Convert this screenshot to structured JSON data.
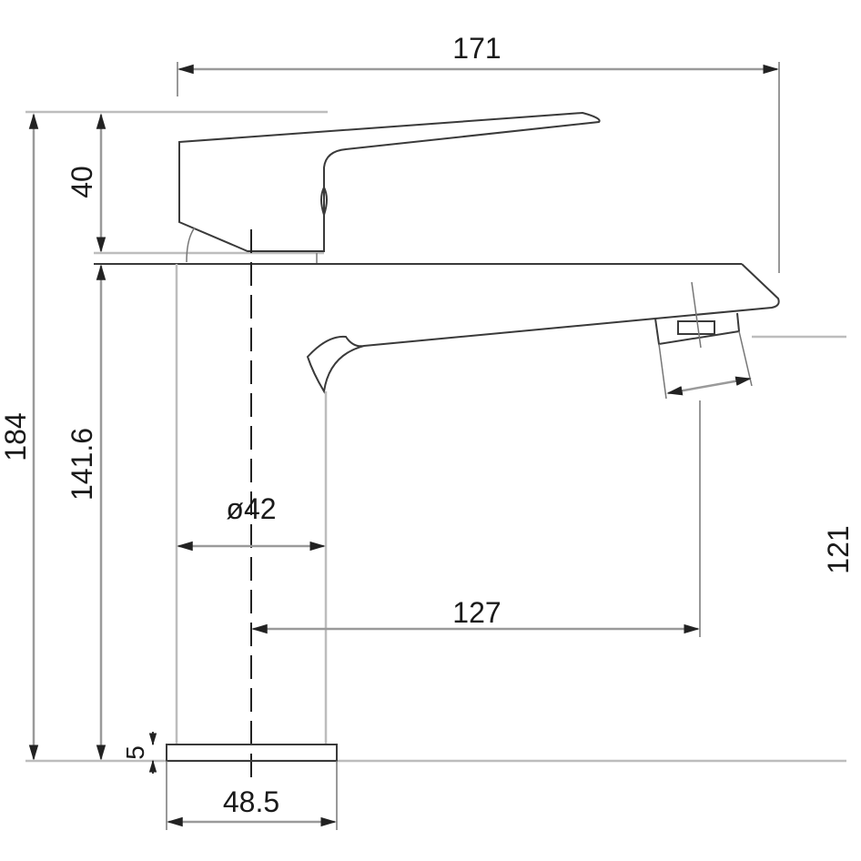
{
  "drawing": {
    "title": "Basin mixer tap side elevation dimension drawing",
    "units": "mm",
    "colors": {
      "line": "#3a3a3a",
      "dimension": "#9a9a9a",
      "text": "#1a1a1a",
      "background": "#ffffff"
    }
  },
  "dimensions": {
    "total_length": "171",
    "total_height": "184",
    "handle_height": "40",
    "body_height": "141.6",
    "body_diameter": "ø42",
    "spout_reach": "127",
    "spout_clearance": "121",
    "base_thickness": "5",
    "base_width": "48.5"
  }
}
